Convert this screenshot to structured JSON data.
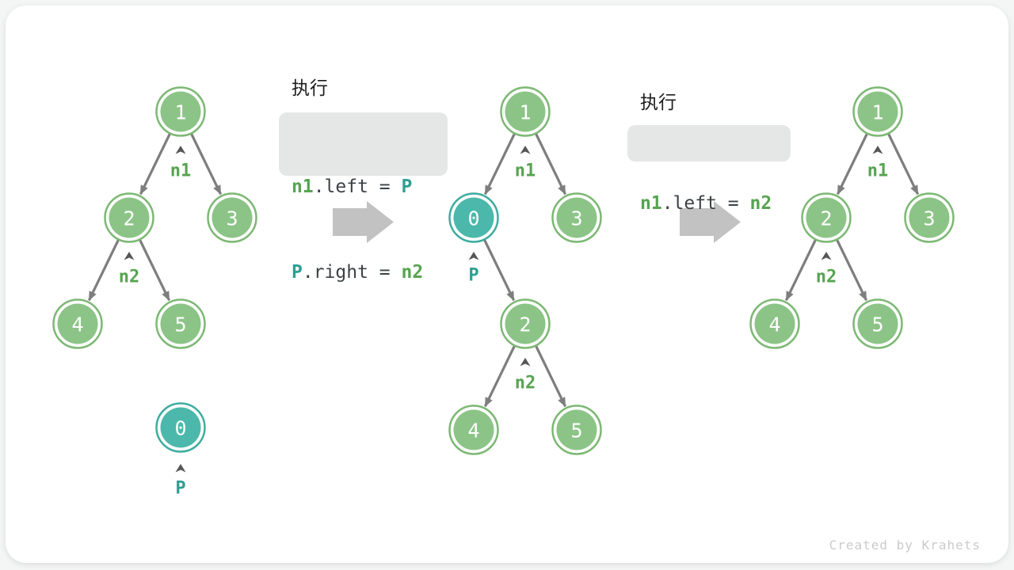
{
  "page": {
    "background": "#f4f5f5",
    "card_background": "#ffffff"
  },
  "colors": {
    "node_green_fill": "#8cc487",
    "node_green_stroke": "#7cb873",
    "node_teal_fill": "#4bb8ab",
    "node_teal_stroke": "#3eaca0",
    "edge_gray": "#7e7e7e",
    "caret_gray": "#565656",
    "label_green": "#57a351",
    "label_teal": "#2f9e94",
    "code_text_dark": "#3b4245",
    "code_box_background": "#e5e6e6",
    "block_arrow_gray": "#c2c2c2",
    "credit_gray": "#cbcbcb"
  },
  "code_block_1": {
    "title": "执行",
    "line1": {
      "t1": "n1",
      "t2": ".left = ",
      "t3": "P"
    },
    "line2": {
      "t1": "P",
      "t2": ".right = ",
      "t3": "n2"
    }
  },
  "code_block_2": {
    "title": "执行",
    "line1": {
      "t1": "n1",
      "t2": ".left = ",
      "t3": "n2"
    }
  },
  "tree_initial": {
    "node1": "1",
    "node2": "2",
    "node3": "3",
    "node4": "4",
    "node5": "5",
    "nodeP": "0",
    "label_n1": "n1",
    "label_n2": "n2",
    "label_p": "P"
  },
  "tree_inserted": {
    "node1": "1",
    "nodeP": "0",
    "node3": "3",
    "node2": "2",
    "node4": "4",
    "node5": "5",
    "label_n1": "n1",
    "label_n2": "n2",
    "label_p": "P"
  },
  "tree_final": {
    "node1": "1",
    "node2": "2",
    "node3": "3",
    "node4": "4",
    "node5": "5",
    "label_n1": "n1",
    "label_n2": "n2"
  },
  "footer": {
    "credit": "Created by Krahets"
  }
}
